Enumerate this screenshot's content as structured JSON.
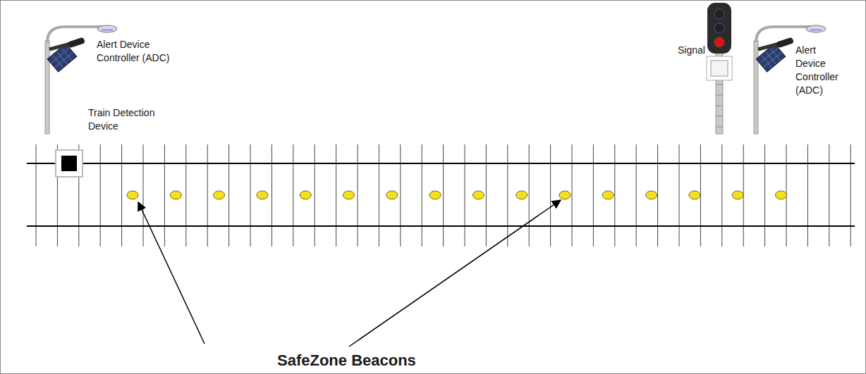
{
  "diagram": {
    "labels": [
      "Alert Device Controller (ADC)",
      "Train Detection Device",
      "Signal",
      "Alert Device Controller (ADC)",
      "SafeZone Beacons"
    ]
  }
}
